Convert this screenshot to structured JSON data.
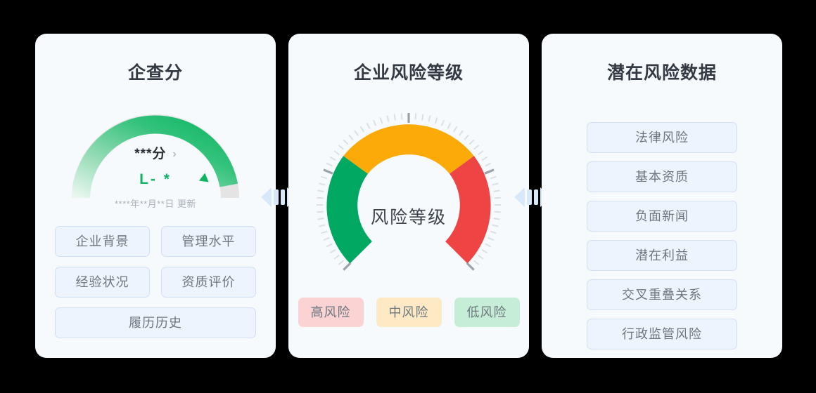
{
  "theme": {
    "page_bg": "#000000",
    "card_bg": "#f6fafd",
    "tag_bg": "#eef4fd",
    "tag_border": "#cfe0f5",
    "tag_text": "#6e7780",
    "title_text": "#333a43",
    "connector": "#d7e8fa",
    "green": "#0fb563",
    "orange": "#fbaa07",
    "red": "#ee4444",
    "gauge_track_gray": "#e2e2e2",
    "tick_gray": "#d8dde2"
  },
  "cards": {
    "score": {
      "title": "企查分",
      "gauge": {
        "value_label": "***分",
        "chevron": "›",
        "grade": "L- *",
        "updated": "****年**月**日 更新",
        "fill_fraction": 0.87,
        "start_color": "#e5f6ed",
        "end_color": "#0fb563",
        "track_color": "#e2e2e2",
        "pointer_color": "#0fb563"
      },
      "tags": [
        {
          "label": "企业背景",
          "width": "half"
        },
        {
          "label": "管理水平",
          "width": "half"
        },
        {
          "label": "经验状况",
          "width": "half"
        },
        {
          "label": "资质评价",
          "width": "half"
        },
        {
          "label": "履历历史",
          "width": "full"
        }
      ]
    },
    "risk": {
      "title": "企业风险等级",
      "gauge": {
        "center_label": "风险等级",
        "segments": [
          {
            "name": "低风险",
            "color": "#0fb563",
            "start_deg": 135,
            "end_deg": 205
          },
          {
            "name": "中风险",
            "color": "#fbaa07",
            "start_deg": 205,
            "end_deg": 335
          },
          {
            "name": "高风险",
            "color": "#ee4444",
            "start_deg": 335,
            "end_deg": 45
          }
        ],
        "tick_count": 60
      },
      "legend": [
        {
          "label": "高风险",
          "bg": "#fbd3d3",
          "text": "#6e7780"
        },
        {
          "label": "中风险",
          "bg": "#fdeac4",
          "text": "#6e7780"
        },
        {
          "label": "低风险",
          "bg": "#c6eed6",
          "text": "#6e7780"
        }
      ]
    },
    "data": {
      "title": "潜在风险数据",
      "items": [
        {
          "label": "法律风险"
        },
        {
          "label": "基本资质"
        },
        {
          "label": "负面新闻"
        },
        {
          "label": "潜在利益"
        },
        {
          "label": "交叉重叠关系"
        },
        {
          "label": "行政监管风险"
        }
      ]
    }
  },
  "connectors": [
    {
      "name": "connector-score-risk",
      "icon": "double-arrow-horizontal"
    },
    {
      "name": "connector-risk-data",
      "icon": "double-arrow-horizontal"
    }
  ]
}
